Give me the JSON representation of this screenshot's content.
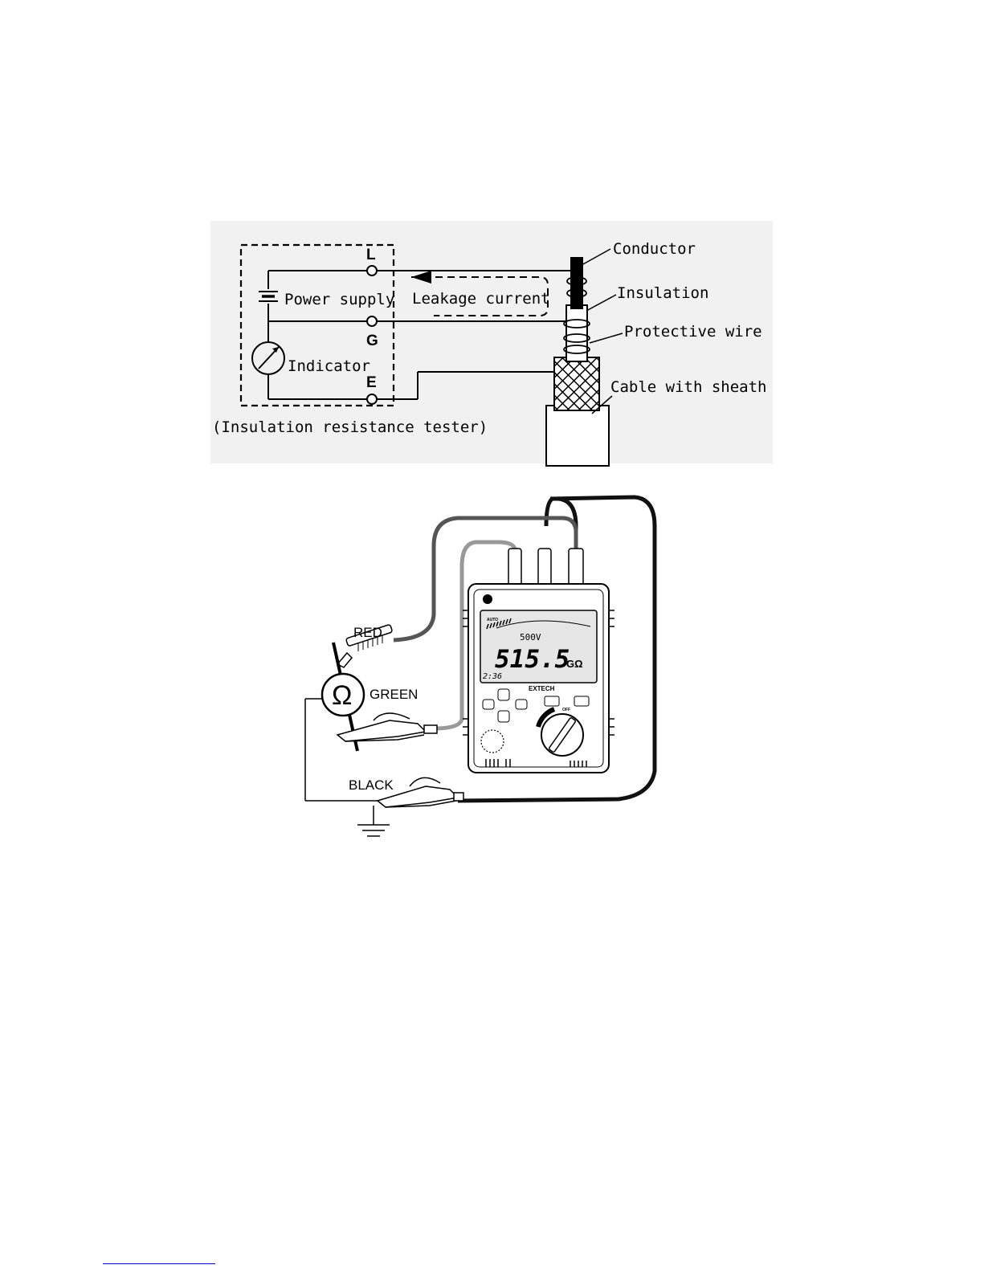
{
  "schematic": {
    "terminals": {
      "L": "L",
      "G": "G",
      "E": "E"
    },
    "power_supply_label": "Power supply",
    "indicator_label": "Indicator",
    "leakage_label": "Leakage current",
    "tester_caption": "(Insulation resistance tester)",
    "callouts": {
      "conductor": "Conductor",
      "insulation": "Insulation",
      "protective_wire": "Protective wire",
      "cable_sheath": "Cable with sheath"
    }
  },
  "wiring": {
    "leads": {
      "red": "RED",
      "green": "GREEN",
      "black": "BLACK"
    },
    "ohm_symbol": "Ω",
    "meter": {
      "brand": "EXTECH",
      "mode": "AUTO",
      "voltage": "500V",
      "reading": "515.5",
      "unit": "GΩ",
      "timer": "2:36",
      "off_label": "OFF"
    }
  }
}
